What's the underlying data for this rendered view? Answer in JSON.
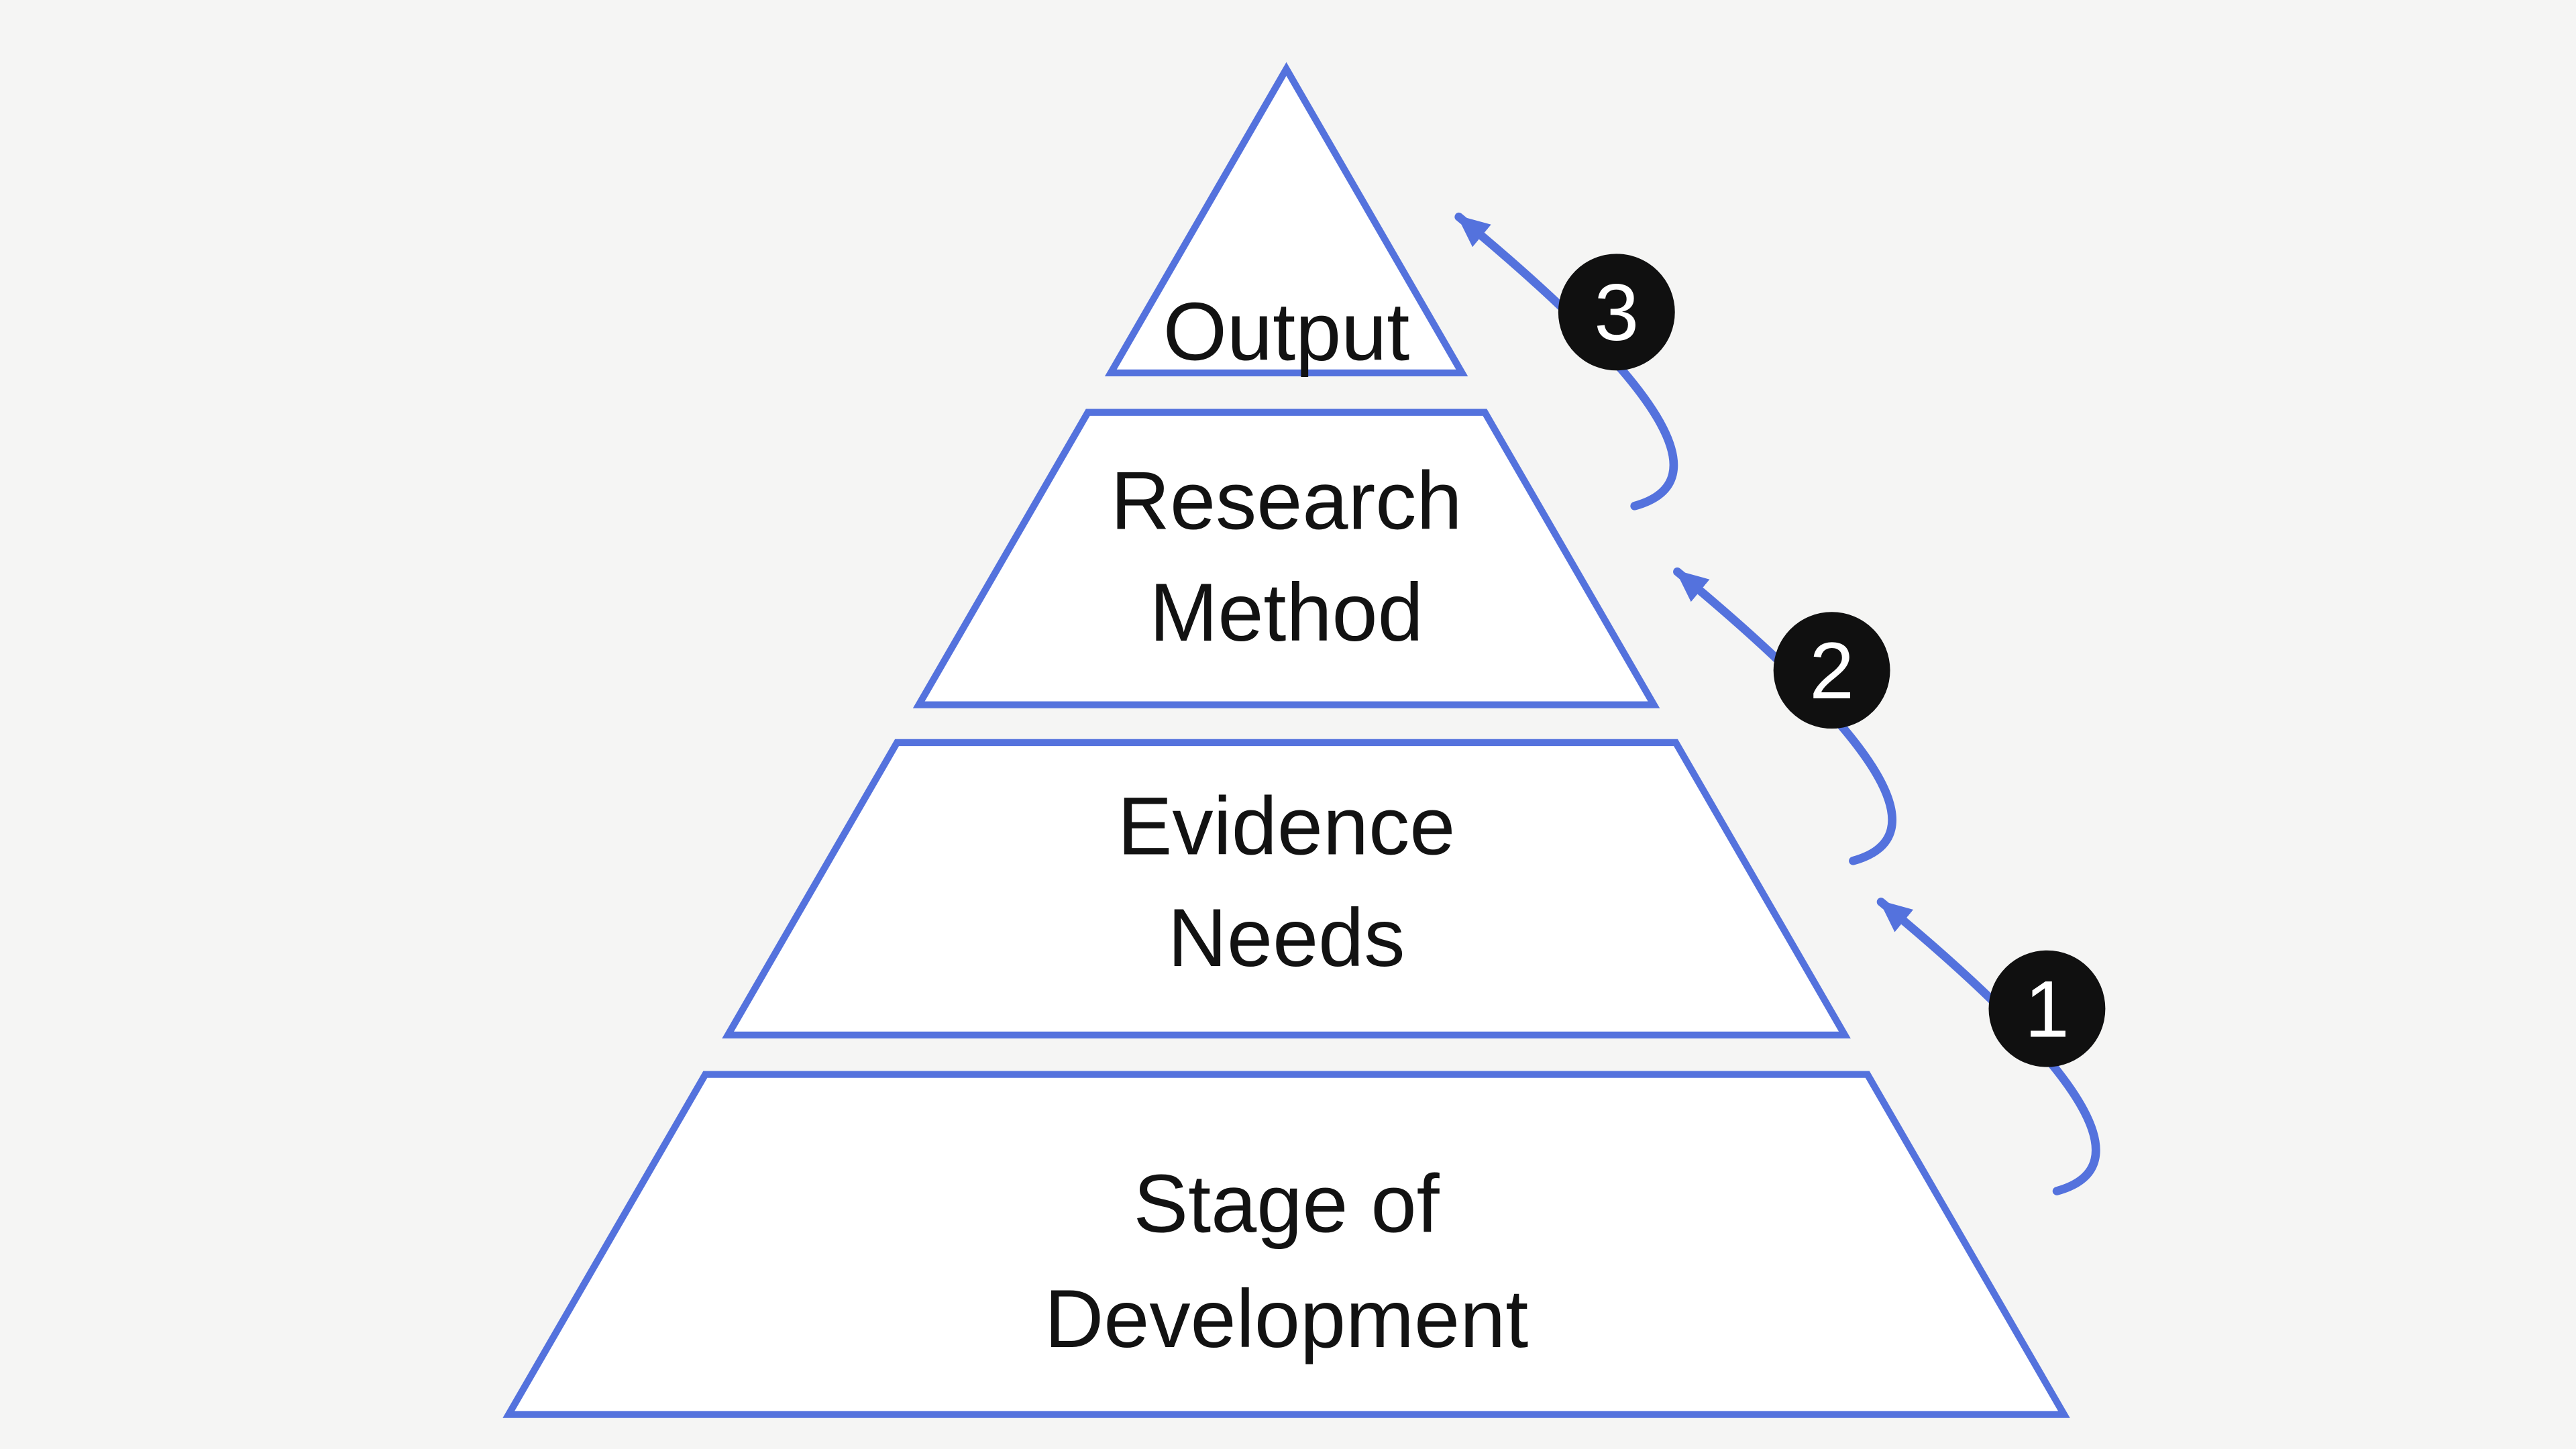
{
  "colors": {
    "background": "#F5F5F4",
    "accent": "#5472DD",
    "shape-fill": "#FFFFFF",
    "text": "#121212",
    "badge-bg": "#101010",
    "badge-text": "#FFFFFF"
  },
  "pyramid": {
    "levels": [
      {
        "id": "output",
        "lines": [
          "Output"
        ]
      },
      {
        "id": "research-method",
        "lines": [
          "Research",
          "Method"
        ]
      },
      {
        "id": "evidence-needs",
        "lines": [
          "Evidence",
          "Needs"
        ]
      },
      {
        "id": "stage-of-development",
        "lines": [
          "Stage of",
          "Development"
        ]
      }
    ]
  },
  "steps": [
    {
      "number": "1"
    },
    {
      "number": "2"
    },
    {
      "number": "3"
    }
  ]
}
